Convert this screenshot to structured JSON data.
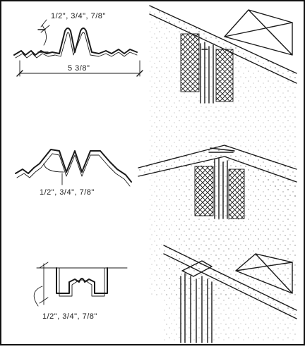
{
  "profiles": [
    {
      "id": "A",
      "dimension_labels": {
        "depths": "1/2\", 3/4\", 7/8\"",
        "width": "5 3/8\""
      }
    },
    {
      "id": "B",
      "dimension_labels": {
        "depths": "1/2\", 3/4\", 7/8\""
      }
    },
    {
      "id": "C",
      "dimension_labels": {
        "depths": "1/2\", 3/4\", 7/8\""
      }
    }
  ],
  "colors": {
    "ink": "#1a1a1a",
    "paper": "#ffffff",
    "frame": "#111111"
  }
}
